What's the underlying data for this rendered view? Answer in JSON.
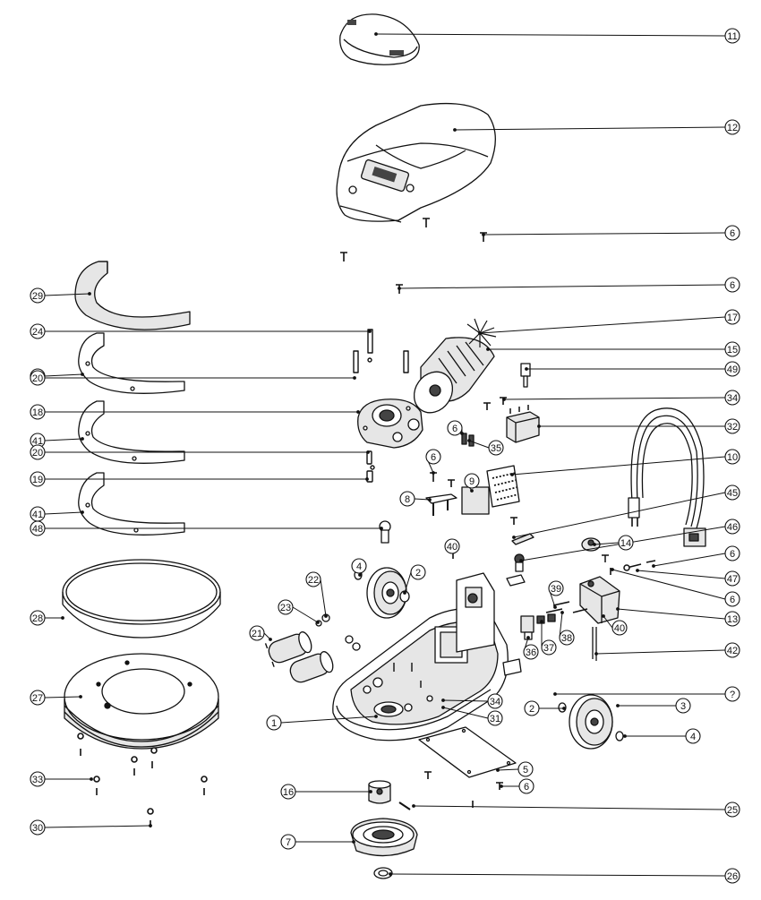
{
  "callouts": [
    "11",
    "12",
    "6",
    "6",
    "29",
    "17",
    "24",
    "15",
    "41",
    "20",
    "49",
    "34",
    "18",
    "32",
    "6",
    "35",
    "41",
    "20",
    "10",
    "19",
    "6",
    "8",
    "9",
    "45",
    "41",
    "48",
    "46",
    "14",
    "40",
    "4",
    "2",
    "6",
    "47",
    "22",
    "6",
    "39",
    "23",
    "13",
    "28",
    "21",
    "40",
    "36",
    "37",
    "38",
    "42",
    "34",
    "27",
    "?",
    "2",
    "3",
    "31",
    "1",
    "4",
    "5",
    "33",
    "6",
    "16",
    "25",
    "30",
    "7",
    "26"
  ],
  "colors": {
    "line": "#111111",
    "fill": "#ffffff",
    "shade": "#e6e6e6",
    "dark": "#444444"
  }
}
